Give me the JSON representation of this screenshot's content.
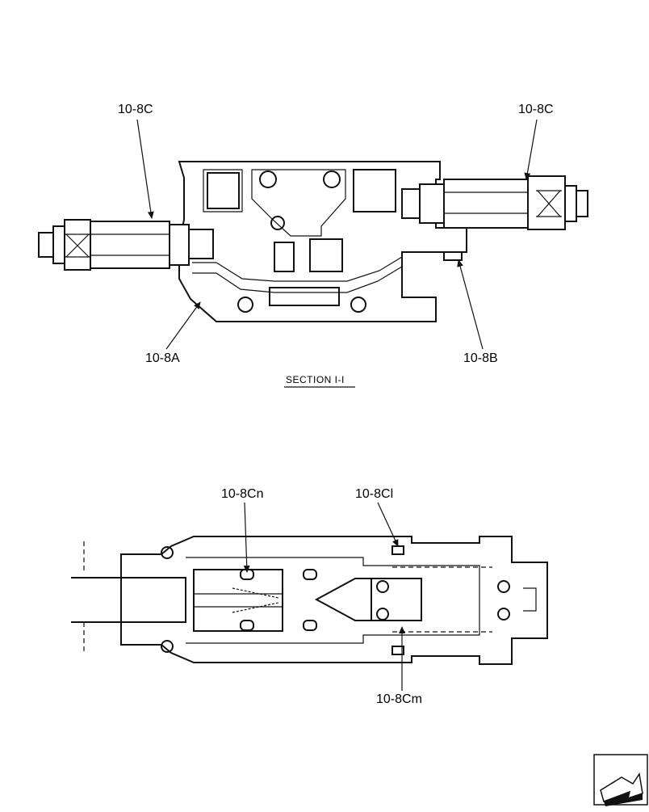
{
  "diagram": {
    "section_title": "SECTION I-I",
    "labels": {
      "upper_left_cartridge": "10-8C",
      "upper_right_cartridge": "10-8C",
      "valve_body": "10-8A",
      "body_plug": "10-8B",
      "detail_top_left": "10-8Cn",
      "detail_top_right": "10-8Cl",
      "detail_bottom": "10-8Cm"
    },
    "nav_icon": "next-page-arrow-icon"
  }
}
